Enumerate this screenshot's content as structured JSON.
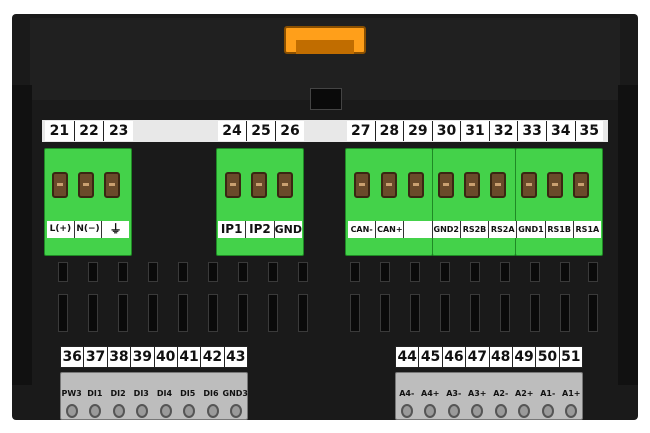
{
  "top_numbers": {
    "g1": [
      "21",
      "22",
      "23"
    ],
    "g2": [
      "24",
      "25",
      "26"
    ],
    "g3": [
      "27",
      "28",
      "29",
      "30",
      "31",
      "32",
      "33",
      "34",
      "35"
    ]
  },
  "green_labels": {
    "g1": [
      "L(+)",
      "N(−)",
      "⏚"
    ],
    "g2": [
      "IP1",
      "IP2",
      "GND"
    ],
    "g3": [
      "CAN-",
      "CAN+",
      "",
      "GND2",
      "RS2B",
      "RS2A",
      "GND1",
      "RS1B",
      "RS1A"
    ]
  },
  "bottom_numbers": {
    "left": [
      "36",
      "37",
      "38",
      "39",
      "40",
      "41",
      "42",
      "43"
    ],
    "right": [
      "44",
      "45",
      "46",
      "47",
      "48",
      "49",
      "50",
      "51"
    ]
  },
  "grey_labels": {
    "left": [
      "PW3",
      "DI1",
      "DI2",
      "DI3",
      "DI4",
      "DI5",
      "DI6",
      "GND3"
    ],
    "right": [
      "A4-",
      "A4+",
      "A3-",
      "A3+",
      "A2-",
      "A2+",
      "A1-",
      "A1+"
    ]
  },
  "colors": {
    "housing": "#1a1a1a",
    "terminal_green": "#44d24a",
    "latch_orange": "#ff9f1a",
    "grey_terminal": "#bdbdbd"
  }
}
